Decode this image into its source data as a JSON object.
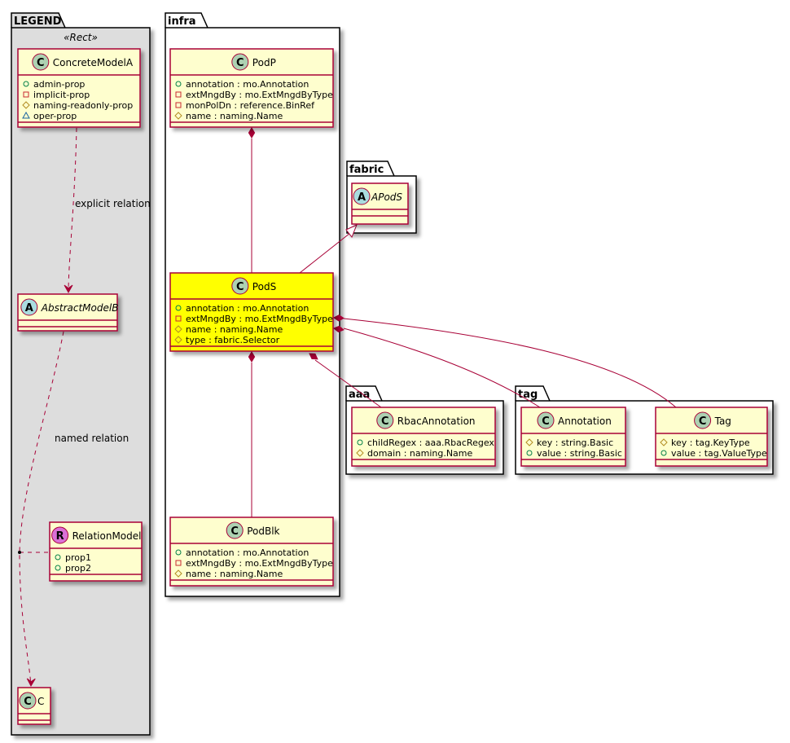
{
  "colors": {
    "border": "#a80036",
    "classFill": "#fefece",
    "highlightFill": "#ffff00",
    "legendFill": "#dddddd",
    "packageFill": "#ffffff",
    "circleC": "#add1b2",
    "circleA": "#a9dcdf",
    "circleR": "#da70d6",
    "publicIcon": "#038048",
    "privateIcon": "#c82930",
    "protectedIcon": "#b38d22",
    "packageIcon": "#1963a0"
  },
  "packages": [
    {
      "id": "legend",
      "label": "LEGEND",
      "stereotype": "«Rect»"
    },
    {
      "id": "infra",
      "label": "infra"
    },
    {
      "id": "fabric",
      "label": "fabric"
    },
    {
      "id": "aaa",
      "label": "aaa"
    },
    {
      "id": "tag",
      "label": "tag"
    }
  ],
  "classes": [
    {
      "id": "ConcreteModelA",
      "name": "ConcreteModelA",
      "kind": "C",
      "package": "legend",
      "attrs": [
        {
          "vis": "public",
          "text": "admin-prop"
        },
        {
          "vis": "private",
          "text": "implicit-prop"
        },
        {
          "vis": "protected",
          "text": "naming-readonly-prop"
        },
        {
          "vis": "package",
          "text": "oper-prop"
        }
      ]
    },
    {
      "id": "AbstractModelB",
      "name": "AbstractModelB",
      "kind": "A",
      "package": "legend",
      "attrs": []
    },
    {
      "id": "RelationModel",
      "name": "RelationModel",
      "kind": "R",
      "package": "legend",
      "attrs": [
        {
          "vis": "public",
          "text": "prop1"
        },
        {
          "vis": "public",
          "text": "prop2"
        }
      ]
    },
    {
      "id": "C",
      "name": "C",
      "kind": "C",
      "package": "legend",
      "attrs": []
    },
    {
      "id": "PodP",
      "name": "PodP",
      "kind": "C",
      "package": "infra",
      "attrs": [
        {
          "vis": "public",
          "text": "annotation : mo.Annotation"
        },
        {
          "vis": "private",
          "text": "extMngdBy : mo.ExtMngdByType"
        },
        {
          "vis": "private",
          "text": "monPolDn : reference.BinRef"
        },
        {
          "vis": "protected",
          "text": "name : naming.Name"
        }
      ]
    },
    {
      "id": "PodS",
      "name": "PodS",
      "kind": "C",
      "package": "infra",
      "highlight": true,
      "attrs": [
        {
          "vis": "public",
          "text": "annotation : mo.Annotation"
        },
        {
          "vis": "private",
          "text": "extMngdBy : mo.ExtMngdByType"
        },
        {
          "vis": "protected",
          "text": "name : naming.Name"
        },
        {
          "vis": "protected",
          "text": "type : fabric.Selector"
        }
      ]
    },
    {
      "id": "PodBlk",
      "name": "PodBlk",
      "kind": "C",
      "package": "infra",
      "attrs": [
        {
          "vis": "public",
          "text": "annotation : mo.Annotation"
        },
        {
          "vis": "private",
          "text": "extMngdBy : mo.ExtMngdByType"
        },
        {
          "vis": "protected",
          "text": "name : naming.Name"
        }
      ]
    },
    {
      "id": "APodS",
      "name": "APodS",
      "kind": "A",
      "package": "fabric",
      "attrs": []
    },
    {
      "id": "RbacAnnotation",
      "name": "RbacAnnotation",
      "kind": "C",
      "package": "aaa",
      "attrs": [
        {
          "vis": "public",
          "text": "childRegex : aaa.RbacRegex"
        },
        {
          "vis": "protected",
          "text": "domain : naming.Name"
        }
      ]
    },
    {
      "id": "Annotation",
      "name": "Annotation",
      "kind": "C",
      "package": "tag",
      "attrs": [
        {
          "vis": "protected",
          "text": "key : string.Basic"
        },
        {
          "vis": "public",
          "text": "value : string.Basic"
        }
      ]
    },
    {
      "id": "Tag",
      "name": "Tag",
      "kind": "C",
      "package": "tag",
      "attrs": [
        {
          "vis": "protected",
          "text": "key : tag.KeyType"
        },
        {
          "vis": "public",
          "text": "value : tag.ValueType"
        }
      ]
    }
  ],
  "relations": [
    {
      "from": "ConcreteModelA",
      "to": "AbstractModelB",
      "type": "dependency",
      "label": "explicit relation"
    },
    {
      "from": "AbstractModelB",
      "to": "C",
      "type": "dependency",
      "label": "named relation",
      "associationClass": "RelationModel"
    },
    {
      "from": "PodP",
      "to": "PodS",
      "type": "composition",
      "label": ""
    },
    {
      "from": "PodS",
      "to": "APodS",
      "type": "generalization",
      "label": ""
    },
    {
      "from": "PodS",
      "to": "PodBlk",
      "type": "composition",
      "label": ""
    },
    {
      "from": "PodS",
      "to": "RbacAnnotation",
      "type": "composition",
      "label": ""
    },
    {
      "from": "PodS",
      "to": "Annotation",
      "type": "composition",
      "label": ""
    },
    {
      "from": "PodS",
      "to": "Tag",
      "type": "composition",
      "label": ""
    }
  ]
}
